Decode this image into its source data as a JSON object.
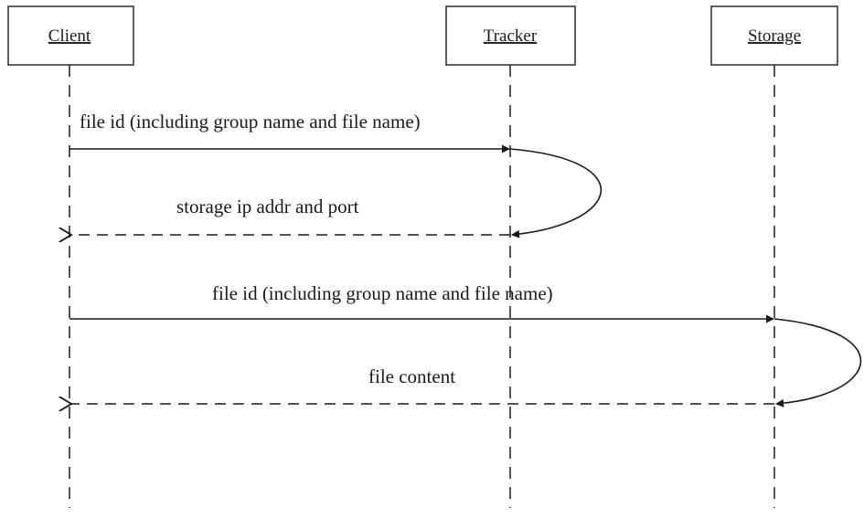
{
  "participants": [
    {
      "id": "client",
      "label": "Client"
    },
    {
      "id": "tracker",
      "label": "Tracker"
    },
    {
      "id": "storage",
      "label": "Storage"
    }
  ],
  "messages": [
    {
      "from": "client",
      "to": "tracker",
      "style": "solid",
      "label": "file id (including group name and file name)"
    },
    {
      "from": "tracker",
      "to": "client",
      "style": "dashed",
      "label": "storage ip addr and port"
    },
    {
      "from": "client",
      "to": "storage",
      "style": "solid",
      "label": "file id (including group name and file name)"
    },
    {
      "from": "storage",
      "to": "client",
      "style": "dashed",
      "label": "file content"
    }
  ]
}
